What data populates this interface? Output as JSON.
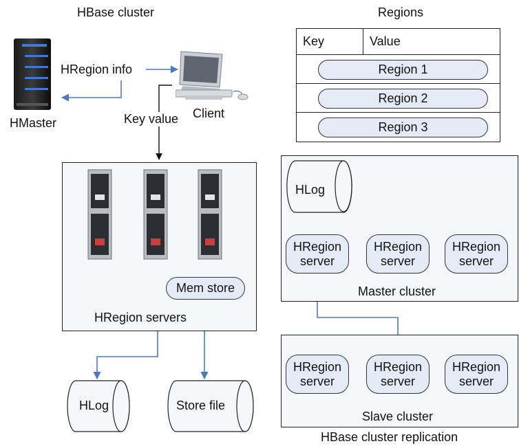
{
  "labels": {
    "hbase_cluster": "HBase cluster",
    "regions": "Regions",
    "hmaster": "HMaster",
    "hregion_info": "HRegion info",
    "client": "Client",
    "key_value": "Key value",
    "hregion_servers": "HRegion servers",
    "mem_store": "Mem store",
    "hlog_bottom": "HLog",
    "store_file": "Store file",
    "hlog_master": "HLog",
    "master_cluster": "Master cluster",
    "slave_cluster": "Slave cluster",
    "replication": "HBase cluster replication"
  },
  "regions_table": {
    "headers": [
      "Key",
      "Value"
    ],
    "rows": [
      "Region 1",
      "Region 2",
      "Region 3"
    ]
  },
  "master_servers": [
    {
      "line1": "HRegion",
      "line2": "server"
    },
    {
      "line1": "HRegion",
      "line2": "server"
    },
    {
      "line1": "HRegion",
      "line2": "server"
    }
  ],
  "slave_servers": [
    {
      "line1": "HRegion",
      "line2": "server"
    },
    {
      "line1": "HRegion",
      "line2": "server"
    },
    {
      "line1": "HRegion",
      "line2": "server"
    }
  ],
  "colors": {
    "arrow_blue": "#4a78c2",
    "pill_fill": "#e4ebf7",
    "box_fill": "#f5f7fb"
  },
  "icons": {
    "hmaster": "server-tower-icon",
    "client": "desktop-computer-icon",
    "blades": "blade-server-icon"
  }
}
